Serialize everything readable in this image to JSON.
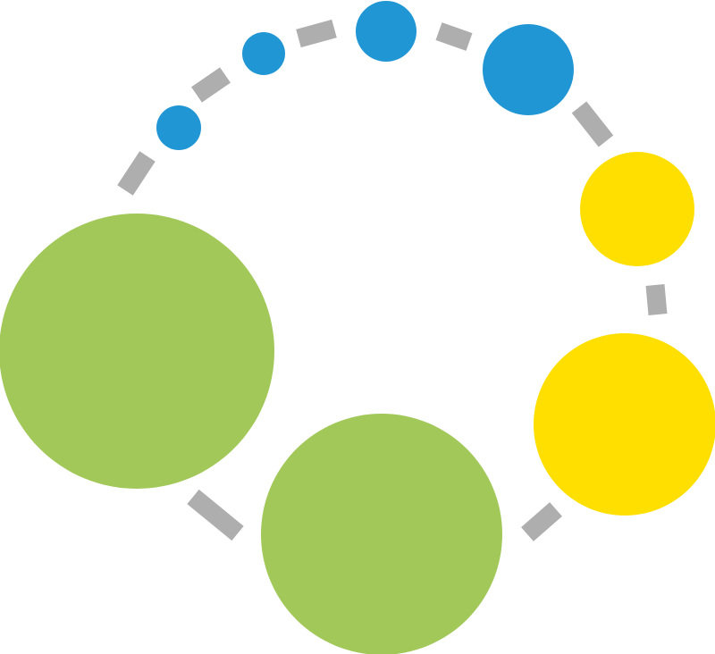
{
  "logo": {
    "colors": {
      "blue": "#2196D4",
      "yellow": "#FFDF00",
      "green": "#A2C85A",
      "dash": "#AEAEAE",
      "background": "#FFFFFF"
    },
    "circles": [
      {
        "name": "blue-circle-1",
        "color": "blue"
      },
      {
        "name": "blue-circle-2",
        "color": "blue"
      },
      {
        "name": "blue-circle-3",
        "color": "blue"
      },
      {
        "name": "blue-circle-4",
        "color": "blue"
      },
      {
        "name": "yellow-circle-1",
        "color": "yellow"
      },
      {
        "name": "yellow-circle-2",
        "color": "yellow"
      },
      {
        "name": "green-circle-1",
        "color": "green"
      },
      {
        "name": "green-circle-2",
        "color": "green"
      }
    ]
  }
}
